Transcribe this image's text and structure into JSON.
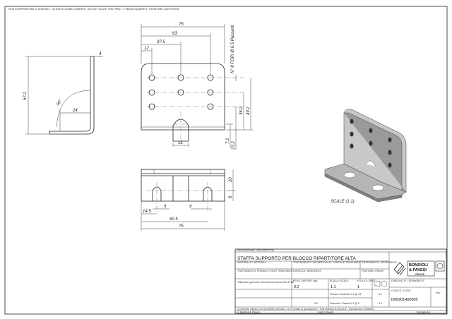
{
  "header_note": "\"NON INTERPRETARE IL DISEGNO - SE AVETE DUBBI CHIEDETE / DO NOT SCALE THIS PRINT - PLEASE INQUIRE IF THERE ARE QUESTIONS\"",
  "side_view": {
    "dims": [
      "4",
      "57.2",
      "90°",
      "24"
    ]
  },
  "front_view": {
    "dims_top": [
      "75",
      "63",
      "37.5",
      "12"
    ],
    "hole_note": "N° 8 FORI Ø 6.5 Passanti",
    "dims_right": [
      "36.2",
      "49.2",
      "7.2",
      "23.2"
    ],
    "dim_slot": "15"
  },
  "top_view": {
    "dims": [
      "20",
      "8",
      "14.5",
      "9",
      "9",
      "60.5",
      "75"
    ]
  },
  "iso_view": {
    "scale_label": "SCALE (1:1)"
  },
  "title_block": {
    "description_label": "DESCRIZIONE / DESCRIPTION",
    "title": "STAFFA SUPPORTO PER BLOCCO RIPARTITORE ALTA",
    "material_label": "MATERIALE / MATERIAL",
    "heat_treatment_label": "TRATTAMENTO TERMICO / HEAT TREATMENT",
    "hardness_label": "DUREZZA / HARDNESS",
    "surface_treatment_label": "TRATTAMENTO SUPERFICIALE / SURFACE TREATMENT",
    "finish_label": "FINITURA / FINISH",
    "gauge_label": "RIFERIMENTO / REFERENCE",
    "weight_label": "PESO / WEIGHT (kg)",
    "weight": "0.2",
    "scale_label": "SCALA / SCALE",
    "scale": "1:1",
    "sheet_label": "FOGLIO / SHEET",
    "sheet": "1",
    "tolerance_note": "Tolleranze generali / General tolerances ISO 2768",
    "rough_chamfer": "Smussi / Chamfer 0.2 @ 45°",
    "round_radius": "Raccordi / Radius 0.2 @ 0",
    "val_32": "3.2",
    "val_34": "3.4",
    "val_35": "3.5",
    "drawing_no_label": "DISEGNO N° / DRAWING N°",
    "code_label": "CODICE / CODE",
    "code": "D08901400005",
    "rev_label": "Rev.",
    "company_lines": [
      "BONDIOLI",
      "& PAVESI",
      "GROUP"
    ],
    "footer_note": "Il presente disegno è di proprietà riservata - ne è vietata la riproduzione / This drawing is property - reproduction forbidden",
    "footer_left": "© Bondioli & Pavesi",
    "footer_mid": "Fogli / Sheets",
    "footer_right": "Formato A4"
  }
}
